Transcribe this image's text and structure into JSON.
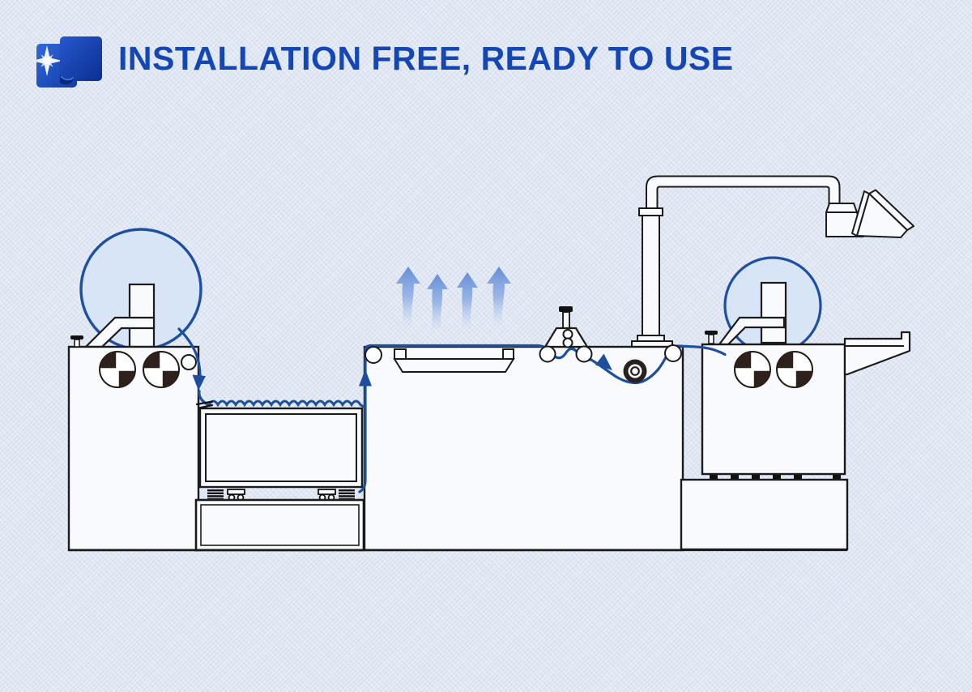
{
  "header": {
    "title": "INSTALLATION FREE, READY TO USE",
    "icon": "film-rolls-spark-icon"
  },
  "colors": {
    "background": "#e2e9f4",
    "title_text": "#1447b5",
    "web_line": "#1d4f9e",
    "roll_circle_fill": "#d8e5f7",
    "roll_circle_stroke": "#1e4fa3",
    "machine_outline": "#1b1b1b",
    "machine_fill": "#f8fafd",
    "steam_arrow_blue": "#6b93dc",
    "roller_quadrant_dark": "#2e211c",
    "icon_blue_light": "#2f66d8",
    "icon_blue_dark": "#0c2f8e"
  },
  "diagram": {
    "type": "machine-side-view-illustration",
    "components": [
      {
        "name": "left-unwind-roll",
        "shape": "circle-with-mast-and-arm"
      },
      {
        "name": "left-feeder-cabinet",
        "details": "knob, two quartered rollers, corner guide roller"
      },
      {
        "name": "corrugated-web",
        "shape": "blue-wavy-line"
      },
      {
        "name": "flattening-table",
        "details": "double-wall box on springs and roller feet over pedestal"
      },
      {
        "name": "laminating-body",
        "details": "guide roller, heating tray, four steam arrows"
      },
      {
        "name": "tension-adjuster",
        "details": "screw knob, trapezoid block, stacked and side rollers"
      },
      {
        "name": "dancer-roller",
        "shape": "dark-ring-roller"
      },
      {
        "name": "support-column",
        "details": "bent tube arm carrying control monitor"
      },
      {
        "name": "control-monitor",
        "shape": "tilted-screen-slab"
      },
      {
        "name": "right-rewind-roll",
        "shape": "circle-with-mast-and-arm"
      },
      {
        "name": "right-winder-cabinet",
        "details": "knob, two quartered rollers, foot tabs, lower cabinet"
      },
      {
        "name": "output-tray",
        "shape": "angled-chute-with-hook"
      },
      {
        "name": "web-path",
        "details": "blue line with three direction arrows"
      }
    ]
  }
}
